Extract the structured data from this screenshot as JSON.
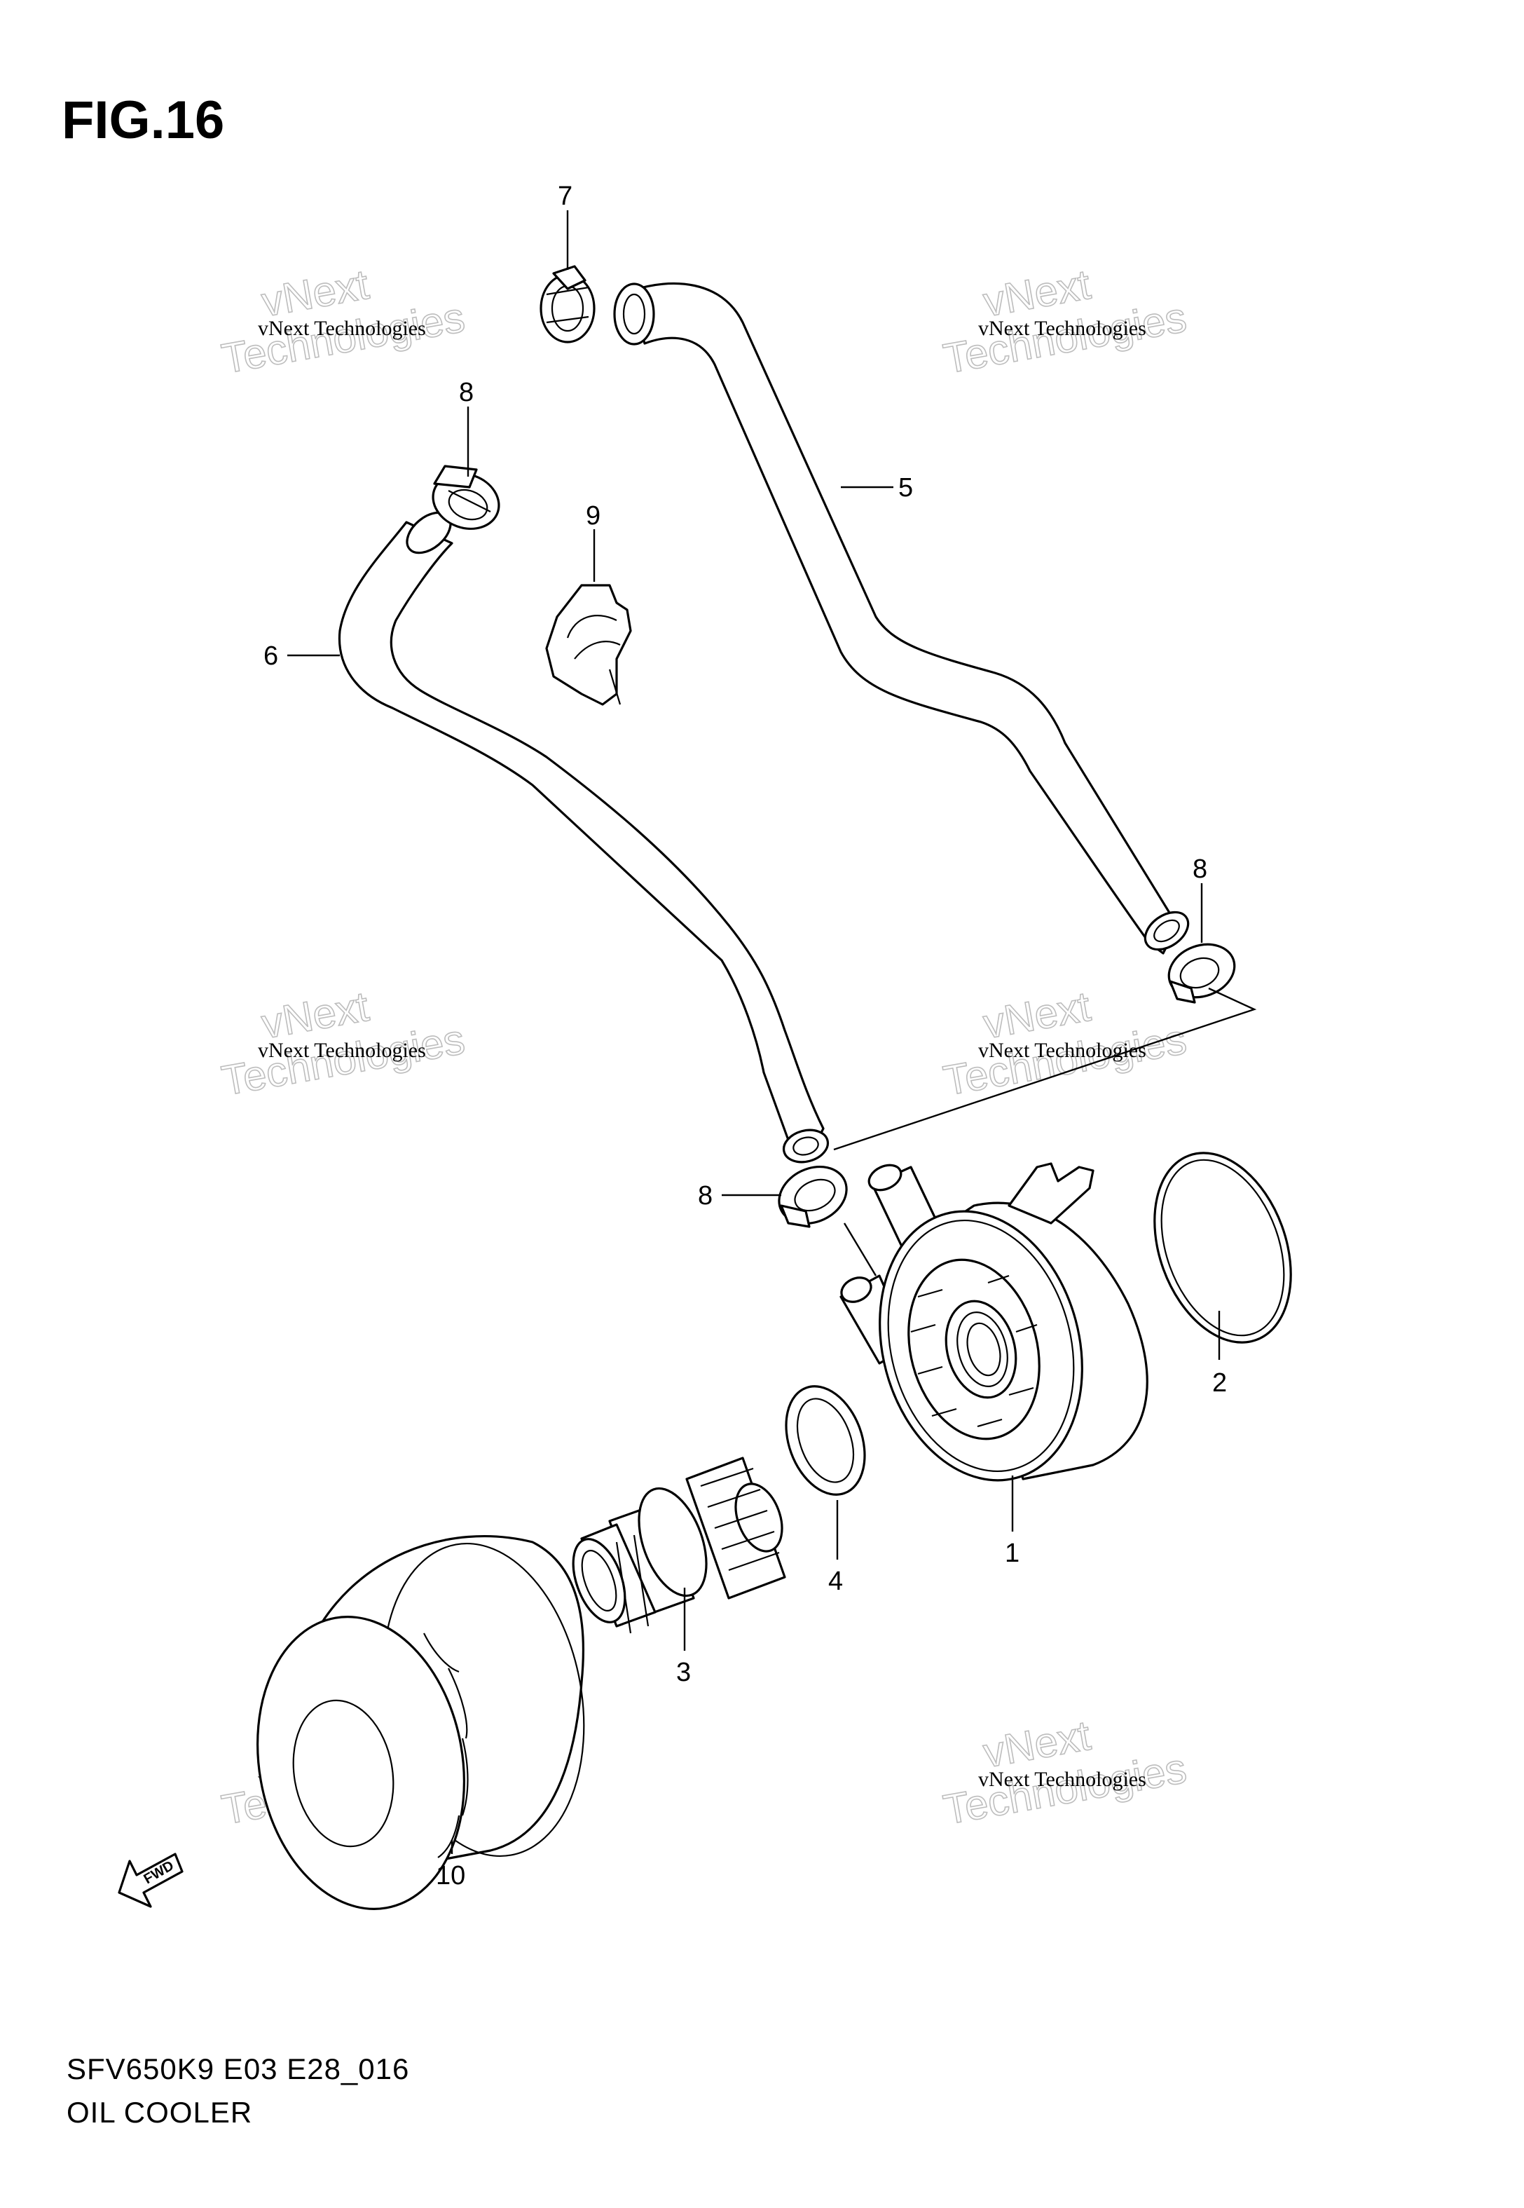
{
  "figure": {
    "title": "FIG.16",
    "code": "SFV650K9 E03 E28_016",
    "name": "OIL COOLER"
  },
  "watermark": {
    "line1": "vNext Technologies",
    "big1": "vNext",
    "big2": "Technologies"
  },
  "callouts": {
    "c1": "1",
    "c2": "2",
    "c3": "3",
    "c4": "4",
    "c5": "5",
    "c6": "6",
    "c7": "7",
    "c8a": "8",
    "c8b": "8",
    "c8c": "8",
    "c9": "9",
    "c10": "10"
  },
  "fwd_label": "FWD"
}
